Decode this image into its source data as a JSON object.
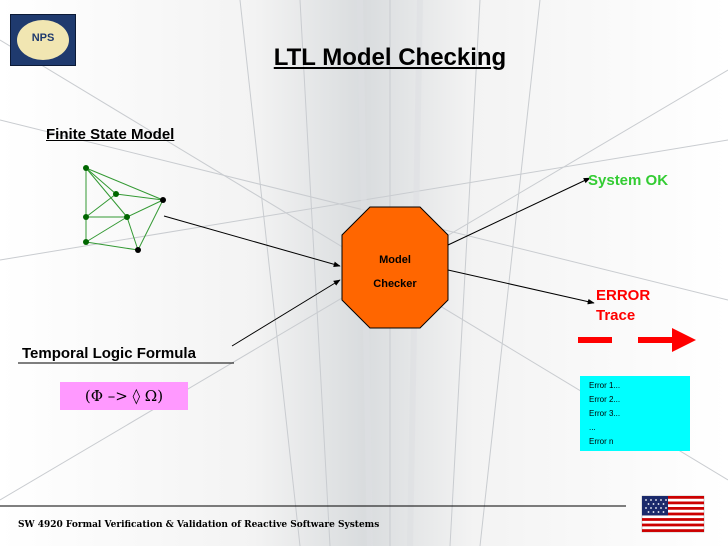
{
  "title": "LTL Model Checking",
  "finite_state_model": {
    "label": "Finite State Model"
  },
  "temporal_logic": {
    "label": "Temporal Logic Formula",
    "formula": "(Φ –> ◊  Ω)"
  },
  "model_checker": {
    "line1": "Model",
    "line2": "Checker",
    "color": "#ff6600"
  },
  "outputs": {
    "system_ok": "System OK",
    "error_trace_line1": "ERROR",
    "error_trace_line2": "Trace",
    "errors": [
      "Error 1...",
      "Error 2...",
      "Error 3...",
      "...",
      "Error n"
    ]
  },
  "logo": {
    "text": "NPS"
  },
  "footer": "SW 4920 Formal Verification & Validation of Reactive Software Systems",
  "colors": {
    "ok_green": "#33cc33",
    "error_red": "#ff0000",
    "formula_box": "#ff99ff",
    "error_box": "#00ffff",
    "graph_edges": "#339933",
    "graph_nodes": "#006600"
  }
}
